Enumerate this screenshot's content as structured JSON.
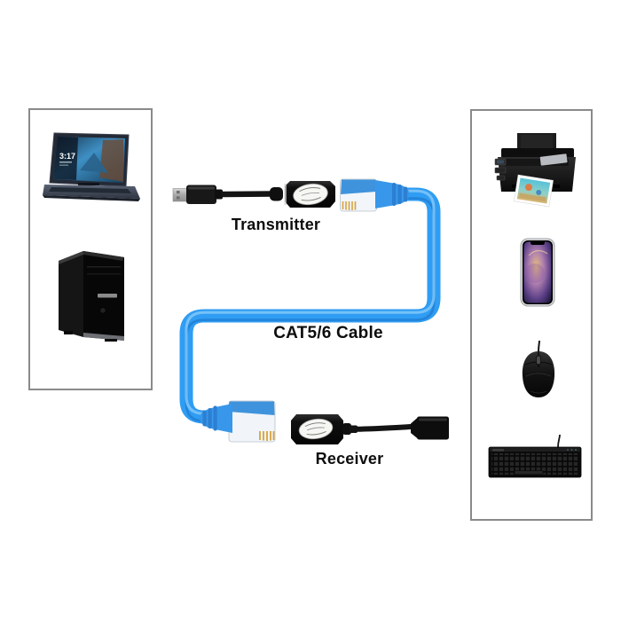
{
  "page": {
    "background": "#ffffff",
    "description_visible_text_only": true
  },
  "labels": {
    "transmitter": "Transmitter",
    "cable": "CAT5/6 Cable",
    "receiver": "Receiver"
  },
  "laptop": {
    "lock_screen_time": "3:17"
  },
  "source_devices": [
    "laptop-icon",
    "desktop-tower-icon"
  ],
  "peripheral_devices": [
    "printer-icon",
    "smartphone-icon",
    "mouse-icon",
    "keyboard-icon"
  ],
  "colors": {
    "cable_blue": "#2f9df3",
    "cable_highlight": "#8ecdf9",
    "cable_shadow": "#1a6fc4",
    "connector_blue": "#3897ea",
    "connector_rib_blue": "#2c7fd2",
    "adapter_black": "#101010",
    "usb_metal_silver": "#b9b9b9",
    "rj45_clear": "#f2f5f9",
    "rj45_pins_gold": "#d7a33c",
    "box_border_gray": "#8a8a8a",
    "label_text": "#0d0d0d"
  }
}
